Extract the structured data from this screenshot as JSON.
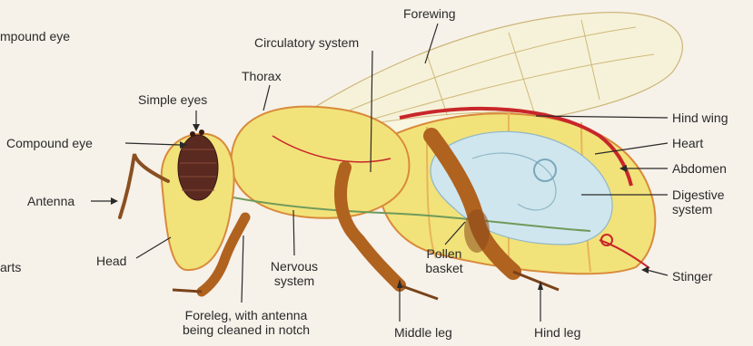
{
  "labels": {
    "compound_eye_top": "mpound eye",
    "parts_fragment": "arts",
    "simple_eyes": "Simple eyes",
    "thorax": "Thorax",
    "circulatory_system": "Circulatory system",
    "forewing": "Forewing",
    "compound_eye": "Compound eye",
    "antenna": "Antenna",
    "head": "Head",
    "nervous_system_line1": "Nervous",
    "nervous_system_line2": "system",
    "foreleg_line1": "Foreleg, with antenna",
    "foreleg_line2": "being cleaned in notch",
    "pollen_basket_line1": "Pollen",
    "pollen_basket_line2": "basket",
    "middle_leg": "Middle leg",
    "hind_leg": "Hind leg",
    "hind_wing": "Hind wing",
    "heart": "Heart",
    "abdomen": "Abdomen",
    "digestive_line1": "Digestive",
    "digestive_line2": "system",
    "stinger": "Stinger"
  },
  "colors": {
    "background": "#f6f1e9",
    "body_yellow": "#f2e27a",
    "body_orange": "#d98a3a",
    "leg_brown": "#b0621f",
    "eye_dark": "#5a2a20",
    "digestive_blue": "#cfe6ee",
    "heart_red": "#c8262a",
    "nerve_green": "#6f9a5a",
    "wing": "#f7f3d8"
  }
}
